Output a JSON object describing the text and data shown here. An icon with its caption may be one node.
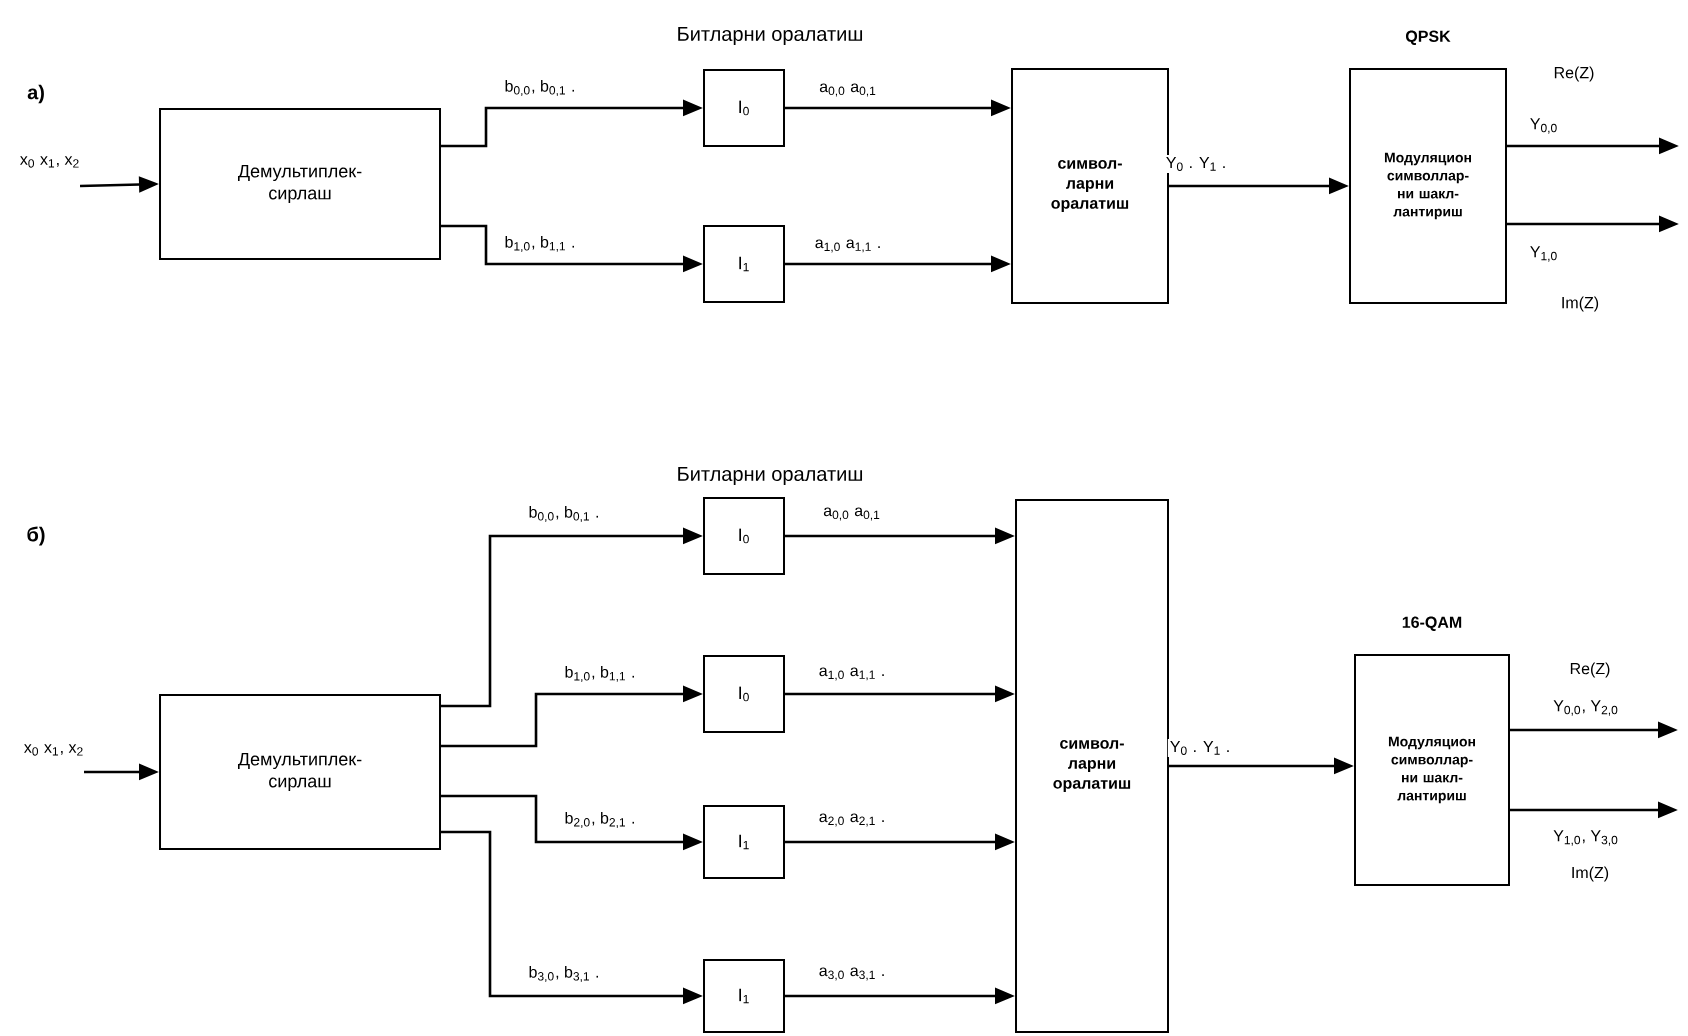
{
  "diagram": {
    "nodes": [
      {
        "text": [
          "Демультиплек- сирлаш"
        ]
      },
      {
        "text": [
          "I$_{0}$"
        ]
      },
      {
        "text": [
          "I$_{1}$"
        ]
      },
      {
        "text": [
          "символ- ларни оралатиш"
        ]
      },
      {
        "text": [
          "Модуляцион символлар- ни шакл- лантириш"
        ],
        "beside": [
          "QPSK"
        ]
      },
      {
        "text": [
          "Демультиплек- сирлаш"
        ]
      },
      {
        "text": [
          "I$_{0}$"
        ]
      },
      {
        "text": [
          "I$_{0}$"
        ]
      },
      {
        "text": [
          "I$_{1}$"
        ]
      },
      {
        "text": [
          "I$_{1}$"
        ]
      },
      {
        "text": [
          "символ- ларни оралатиш"
        ]
      },
      {
        "text": [
          "Модуляцион символлар- ни шакл- лантириш"
        ],
        "beside": [
          "16-QAM"
        ]
      }
    ],
    "edges": [
      {
        "from": null,
        "to": 0,
        "arrow": "to",
        "label": "x$_{0}$ x$_{1}$, x$_{2}$"
      },
      {
        "from": 0,
        "to": 1,
        "arrow": "to",
        "label": "b$_{0,0}$, b$_{0,1}$ ."
      },
      {
        "from": 0,
        "to": 2,
        "arrow": "to",
        "label": "b$_{1,0}$, b$_{1,1}$ ."
      },
      {
        "from": 1,
        "to": 3,
        "arrow": "to",
        "label": "a$_{0,0}$ a$_{0,1}$"
      },
      {
        "from": 2,
        "to": 3,
        "arrow": "to",
        "label": "a$_{1,0}$ a$_{1,1}$ ."
      },
      {
        "from": 3,
        "to": 4,
        "arrow": "to",
        "label": "Y$_{0}$ . Y$_{1}$ ."
      },
      {
        "from": 4,
        "to": null,
        "arrow": "to",
        "label": "Y$_{0,0}$"
      },
      {
        "from": 4,
        "to": null,
        "arrow": "to",
        "label": "Y$_{1,0}$"
      },
      {
        "from": null,
        "to": 5,
        "arrow": "to",
        "label": "x$_{0}$ x$_{1}$, x$_{2}$"
      },
      {
        "from": 5,
        "to": 6,
        "arrow": "to",
        "label": "b$_{0,0}$, b$_{0,1}$ ."
      },
      {
        "from": 5,
        "to": 7,
        "arrow": "to",
        "label": "b$_{1,0}$, b$_{1,1}$ ."
      },
      {
        "from": 5,
        "to": 8,
        "arrow": "to",
        "label": "b$_{2,0}$, b$_{2,1}$ ."
      },
      {
        "from": 5,
        "to": 9,
        "arrow": "to",
        "label": "b$_{3,0}$, b$_{3,1}$ ."
      },
      {
        "from": 6,
        "to": 10,
        "arrow": "to",
        "label": "a$_{0,0}$ a$_{0,1}$"
      },
      {
        "from": 7,
        "to": 10,
        "arrow": "to",
        "label": "a$_{1,0}$ a$_{1,1}$ ."
      },
      {
        "from": 8,
        "to": 10,
        "arrow": "to",
        "label": "a$_{2,0}$ a$_{2,1}$ ."
      },
      {
        "from": 9,
        "to": 10,
        "arrow": "to",
        "label": "a$_{3,0}$ a$_{3,1}$ ."
      },
      {
        "from": 10,
        "to": 11,
        "arrow": "to",
        "label": "Y$_{0}$ . Y$_{1}$ ."
      },
      {
        "from": 11,
        "to": null,
        "arrow": "to",
        "label": "Y$_{0,0}$, Y$_{2,0}$"
      },
      {
        "from": 11,
        "to": null,
        "arrow": "to",
        "label": "Y$_{1,0}$, Y$_{3,0}$"
      }
    ],
    "labels": [
      "а)",
      "Битларни оралатиш",
      "Re(Z)",
      "Im(Z)",
      "б)",
      "Битларни оралатиш",
      "Re(Z)",
      "Im(Z)"
    ]
  }
}
